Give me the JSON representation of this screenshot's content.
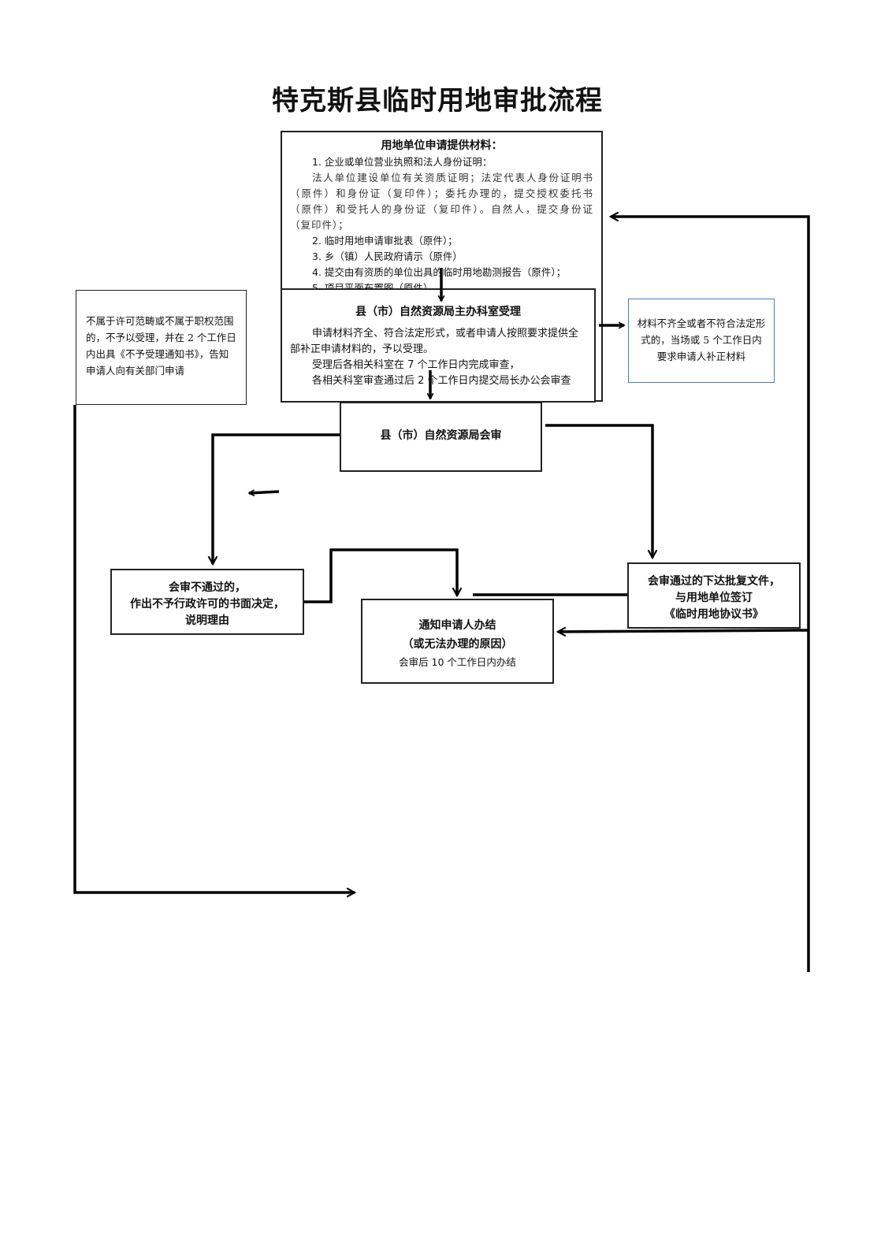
{
  "title": "特克斯县临时用地审批流程",
  "materials": {
    "heading": "用地单位申请提供材料：",
    "item1": "1. 企业或单位营业执照和法人身份证明：",
    "item1_detail": "法人单位建设单位有关资质证明；法定代表人身份证明书（原件）和身份证（复印件）；委托办理的，提交授权委托书（原件）和受托人的身份证（复印件）。自然人，提交身份证（复印件）；",
    "item2": "2. 临时用地申请审批表（原件）；",
    "item3": "3. 乡（镇）人民政府请示（原件）",
    "item4": "4. 提交由有资质的单位出具的临时用地勘测报告（原件）；",
    "item5": "5. 项目平面布置图（原件）"
  },
  "acceptance": {
    "heading": "县（市）自然资源局主办科室受理",
    "line1": "申请材料齐全、符合法定形式，或者申请人按照要求提供全部补正申请材料的，予以受理。",
    "line2": "受理后各相关科室在 7 个工作日内完成审查，",
    "line3": "各相关科室审查通过后 2 个工作日内提交局长办公会审查"
  },
  "rejection": {
    "text": "不属于许可范畴或不属于职权范围的，不予以受理，并在 2 个工作日内出具《不予受理通知书》，告知申请人向有关部门申请"
  },
  "supplement": {
    "text": "材料不齐全或者不符合法定形式的，当场或 5 个工作日内要求申请人补正材料"
  },
  "review": {
    "heading": "县（市）自然资源局会审"
  },
  "denied": {
    "line1": "会审不通过的，",
    "line2": "作出不予行政许可的书面决定，",
    "line3": "说明理由"
  },
  "approved": {
    "line1": "会审通过的下达批复文件，",
    "line2": "与用地单位签订",
    "line3": "《临时用地协议书》"
  },
  "notify": {
    "line1": "通知申请人办结",
    "line2": "（或无法办理的原因）",
    "line3": "会审后 10 个工作日内办结"
  },
  "colors": {
    "line": "#000000",
    "border": "#222222",
    "blue_border": "#4f79b8"
  }
}
